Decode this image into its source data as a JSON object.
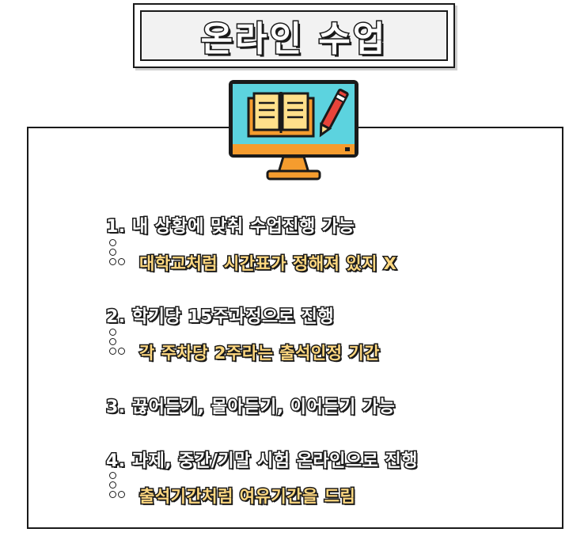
{
  "title": "온라인 수업",
  "items": [
    {
      "label": "1. 내 상황에 맞춰 수업진행 가능",
      "sub": "대학교처럼 시간표가 정해져 있지 X"
    },
    {
      "label": "2. 학기당 15주과정으로 진행",
      "sub": "각 주차당 2주라는 출석인정 기간"
    },
    {
      "label": "3. 끊어듣기, 몰아듣기, 이어듣기 가능",
      "sub": null
    },
    {
      "label": "4. 과제, 중간/기말 시험 온라인으로 진행",
      "sub": "출석기간처럼 여유기간을 드림"
    }
  ],
  "colors": {
    "monitor_screen": "#5cd3df",
    "monitor_bezel": "#1a1a1a",
    "monitor_base": "#f59c2e",
    "book_orange": "#f59c2e",
    "book_page": "#ffe08a",
    "pen_red": "#e8443a",
    "sub_text": "#ffd880"
  },
  "icons": [
    "computer-monitor-icon",
    "open-book-icon",
    "pen-icon",
    "bullet-dots-icon"
  ]
}
